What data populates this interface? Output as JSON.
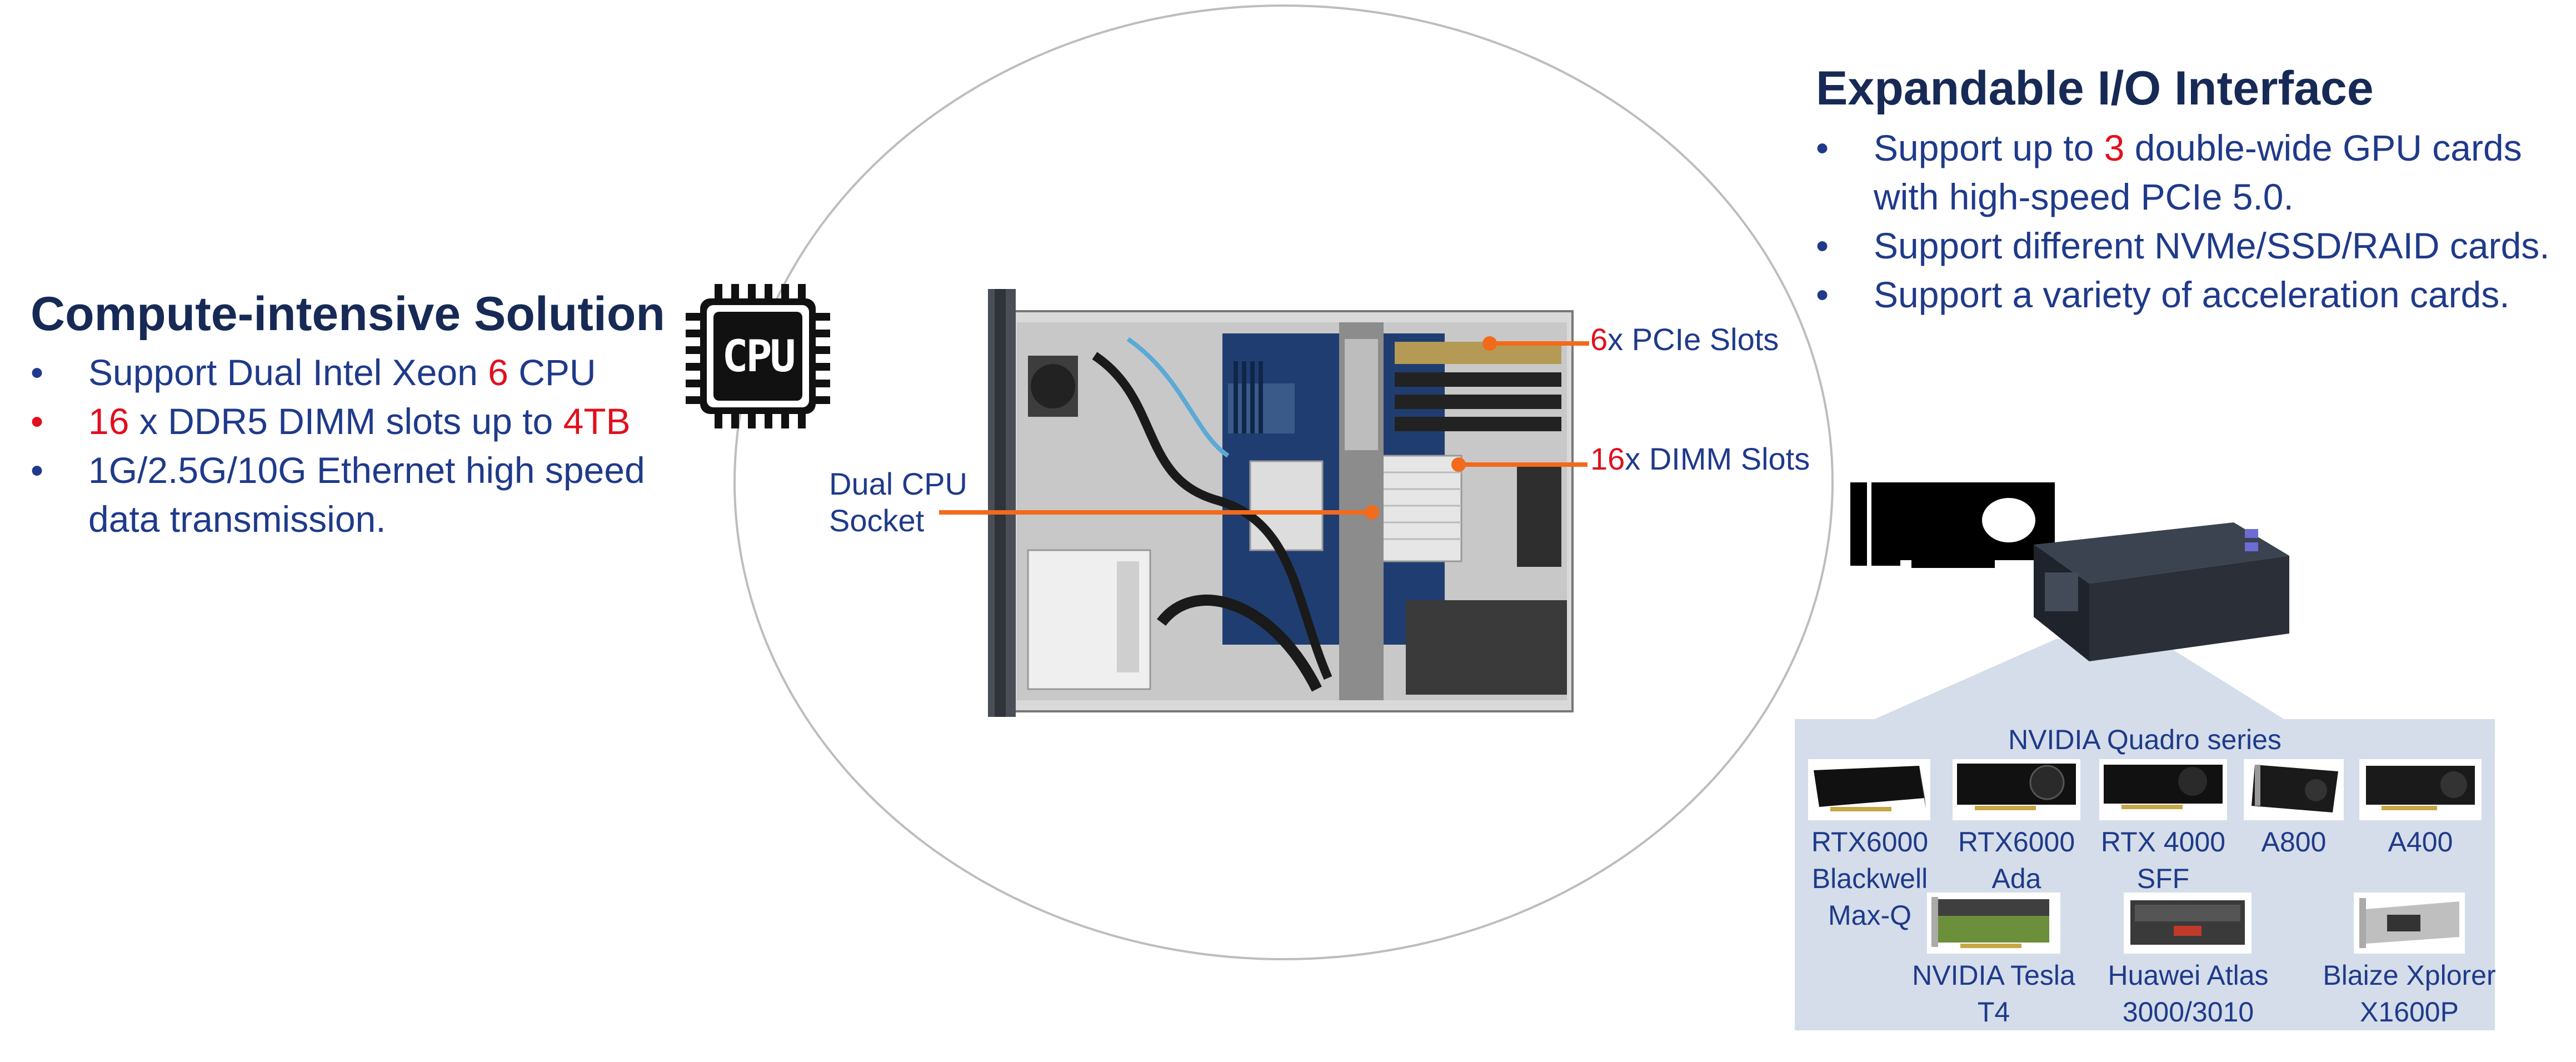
{
  "left": {
    "heading": "Compute-intensive Solution",
    "bullets": [
      {
        "bullet": "•",
        "parts": [
          "Support Dual Intel Xeon ",
          "6",
          " CPU"
        ]
      },
      {
        "bullet": "•",
        "parts": [
          "16",
          " x DDR5 DIMM slots up to ",
          "4TB"
        ]
      },
      {
        "bullet": "•",
        "lines": [
          "1G/2.5G/10G Ethernet high speed",
          "data transmission."
        ]
      }
    ]
  },
  "cpu_icon": {
    "label": "CPU",
    "icon": "cpu-chip-icon"
  },
  "callouts": {
    "pcie_num": "6",
    "pcie_text": "x PCIe Slots",
    "dimm_num": "16",
    "dimm_text": "x DIMM Slots",
    "cpu_socket_line1": "Dual CPU",
    "cpu_socket_line2": "Socket"
  },
  "right": {
    "heading": "Expandable I/O Interface",
    "bullets": [
      {
        "bullet": "•",
        "parts": [
          "Support up to ",
          "3",
          " double-wide GPU cards"
        ],
        "line2": "with high-speed PCIe 5.0."
      },
      {
        "bullet": "•",
        "text": "Support different NVMe/SSD/RAID cards."
      },
      {
        "bullet": "•",
        "text": "Support a variety of acceleration cards."
      }
    ]
  },
  "panel": {
    "title": "NVIDIA Quadro series",
    "cards_row1": [
      {
        "label": "RTX6000\nBlackwell\nMax-Q"
      },
      {
        "label": "RTX6000\nAda"
      },
      {
        "label": "RTX 4000\nSFF"
      },
      {
        "label": "A800"
      },
      {
        "label": "A400"
      }
    ],
    "cards_row2": [
      {
        "label": "NVIDIA Tesla\nT4"
      },
      {
        "label": "Huawei Atlas\n3000/3010"
      },
      {
        "label": "Blaize Xplorer\nX1600P"
      }
    ]
  },
  "colors": {
    "heading": "#172a56",
    "text": "#1f3a8a",
    "highlight": "#e0101e",
    "leader": "#f26a1b",
    "panel": "#d4dde9"
  }
}
